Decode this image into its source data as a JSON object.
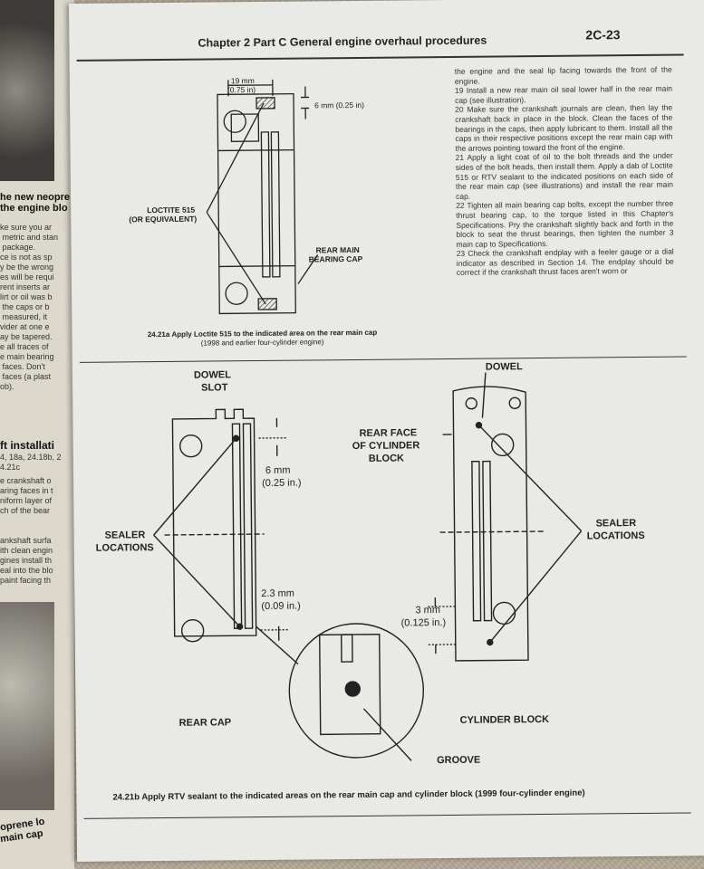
{
  "header": {
    "chapter_title": "Chapter 2 Part C General engine overhaul procedures",
    "page_number": "2C-23"
  },
  "text_column": [
    {
      "id": "p0",
      "text": "the engine and the seal lip facing towards the front of the engine."
    },
    {
      "id": "p19",
      "text": "19 Install a new rear main oil seal lower half in the rear main cap (see illustration)."
    },
    {
      "id": "p20",
      "text": "20 Make sure the crankshaft journals are clean, then lay the crankshaft back in place in the block. Clean the faces of the bearings in the caps, then apply lubricant to them. Install all the caps in their respective positions except the rear main cap with the arrows pointing toward the front of the engine."
    },
    {
      "id": "p21",
      "text": "21 Apply a light coat of oil to the bolt threads and the under sides of the bolt heads, then install them. Apply a dab of Loctite 515 or RTV sealant to the indicated positions on each side of the rear main cap (see illustrations) and install the rear main cap."
    },
    {
      "id": "p22",
      "text": "22 Tighten all main bearing cap bolts, except the number three thrust bearing cap, to the torque listed in this Chapter's Specifications. Pry the crankshaft slightly back and forth in the block to seat the thrust bearings, then tighten the number 3 main cap to Specifications."
    },
    {
      "id": "p23",
      "text": "23 Check the crankshaft endplay with a feeler gauge or a dial indicator as described in Section 14. The endplay should be correct if the crankshaft thrust faces aren't worn or"
    }
  ],
  "figure_a": {
    "dim_width": "19 mm",
    "dim_width_in": "(0.75 in)",
    "dim_depth": "6 mm (0.25 in)",
    "label_loctite_1": "LOCTITE 515",
    "label_loctite_2": "(OR EQUIVALENT)",
    "label_cap_1": "REAR MAIN",
    "label_cap_2": "BEARING CAP",
    "caption_id": "24.21a",
    "caption_line1": "Apply Loctite 515 to the indicated area on the rear main cap",
    "caption_line2": "(1998 and earlier four-cylinder engine)"
  },
  "figure_b": {
    "dowel_slot_1": "DOWEL",
    "dowel_slot_2": "SLOT",
    "dim_6mm": "6 mm",
    "dim_6mm_in": "(0.25 in.)",
    "dim_23mm": "2.3 mm",
    "dim_23mm_in": "(0.09 in.)",
    "dim_3mm": "3 mm",
    "dim_3mm_in": "(0.125 in.)",
    "sealer_left_1": "SEALER",
    "sealer_left_2": "LOCATIONS",
    "sealer_right_1": "SEALER",
    "sealer_right_2": "LOCATIONS",
    "rear_face_1": "REAR FACE",
    "rear_face_2": "OF CYLINDER",
    "rear_face_3": "BLOCK",
    "dowel": "DOWEL",
    "rear_cap": "REAR CAP",
    "cylinder_block": "CYLINDER BLOCK",
    "groove": "GROOVE",
    "caption_id": "24.21b",
    "caption_text": "Apply RTV sealant to the indicated areas on the rear main cap and cylinder block (1999 four-cylinder engine)"
  },
  "prev_page": {
    "subhead_1": "he new neopre",
    "subhead_2": "the engine blo",
    "body_1": "ke sure you ar\n metric and stan\n package.\nce is not as sp\ny be the wrong\nes will be requi\nrent inserts ar\nlirt or oil was b\n the caps or b\n measured, it\nvider at one e\nay be tapered.\ne all traces of\ne main bearing\n faces. Don't\n faces (a plast\nob).",
    "section_title": "ft installati",
    "section_ref_1": "4, 18a, 24.18b, 2",
    "section_ref_2": "4.21c",
    "body_2": "e crankshaft o\naring faces in t\nniform layer of\nch of the bear",
    "body_3": "ankshaft surfa\nith clean engin\ngines install th\neal into the blo\npaint facing th",
    "bottom_1": "oprene lo",
    "bottom_2": "main cap"
  },
  "colors": {
    "paper": "#e9e9e6",
    "ink": "#222222",
    "carpet": "#b7ab99"
  }
}
